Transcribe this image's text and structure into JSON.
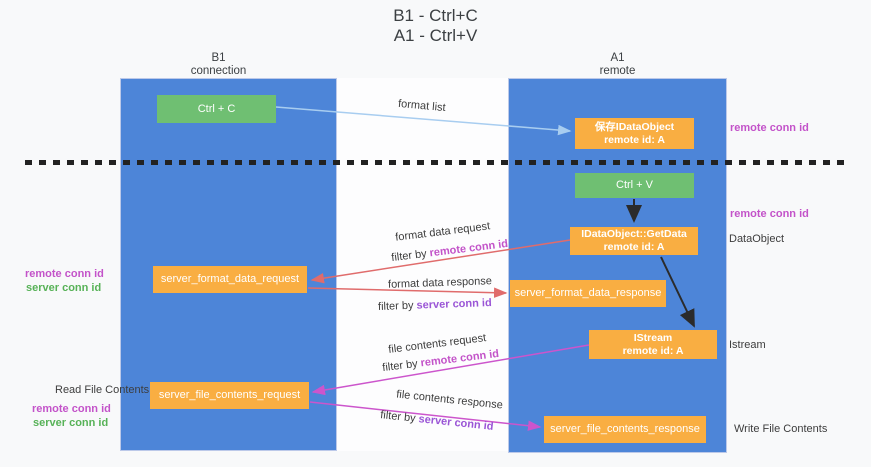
{
  "title": {
    "line1": "B1 - Ctrl+C",
    "line2": "A1 - Ctrl+V"
  },
  "columns": {
    "left": {
      "name": "B1",
      "role": "connection"
    },
    "right": {
      "name": "A1",
      "role": "remote"
    }
  },
  "boxes": {
    "ctrl_c": "Ctrl + C",
    "ctrl_v": "Ctrl + V",
    "save_idataobject": {
      "line1": "保存IDataObject",
      "line2": "remote id: A"
    },
    "idataobject_getdata": {
      "line1": "IDataObject::GetData",
      "line2": "remote id: A"
    },
    "istream": {
      "line1": "IStream",
      "line2": "remote id: A"
    },
    "server_format_data_request": "server_format_data_request",
    "server_format_data_response": "server_format_data_response",
    "server_file_contents_request": "server_file_contents_request",
    "server_file_contents_response": "server_file_contents_response"
  },
  "arrow_labels": {
    "format_list": "format list",
    "format_data_request": "format data request",
    "format_data_response": "format data response",
    "file_contents_request": "file contents request",
    "file_contents_response": "file contents response",
    "filter_by": "filter by ",
    "remote_conn_id": "remote conn id",
    "server_conn_id": "server conn id"
  },
  "left_margin": {
    "remote_conn_id": "remote conn id",
    "server_conn_id": "server conn id",
    "read_file_contents": "Read File Contents"
  },
  "right_margin": {
    "remote_conn_id_top": "remote conn id",
    "remote_conn_id_mid": "remote conn id",
    "dataobject": "DataObject",
    "istream_label": "Istream",
    "write_file_contents": "Write File Contents"
  },
  "colors": {
    "background": "#f8f9fa",
    "lifeline_blue": "#4d85d8",
    "box_green": "#6fbf72",
    "box_orange": "#f9ae42",
    "arrow_light_blue": "#a8cdf0",
    "arrow_red": "#e06c6c",
    "arrow_magenta": "#cc55cc",
    "arrow_black": "#2b2b2b",
    "text_magenta": "#c353c9",
    "text_purple": "#9a55d6",
    "text_green": "#57b257"
  }
}
